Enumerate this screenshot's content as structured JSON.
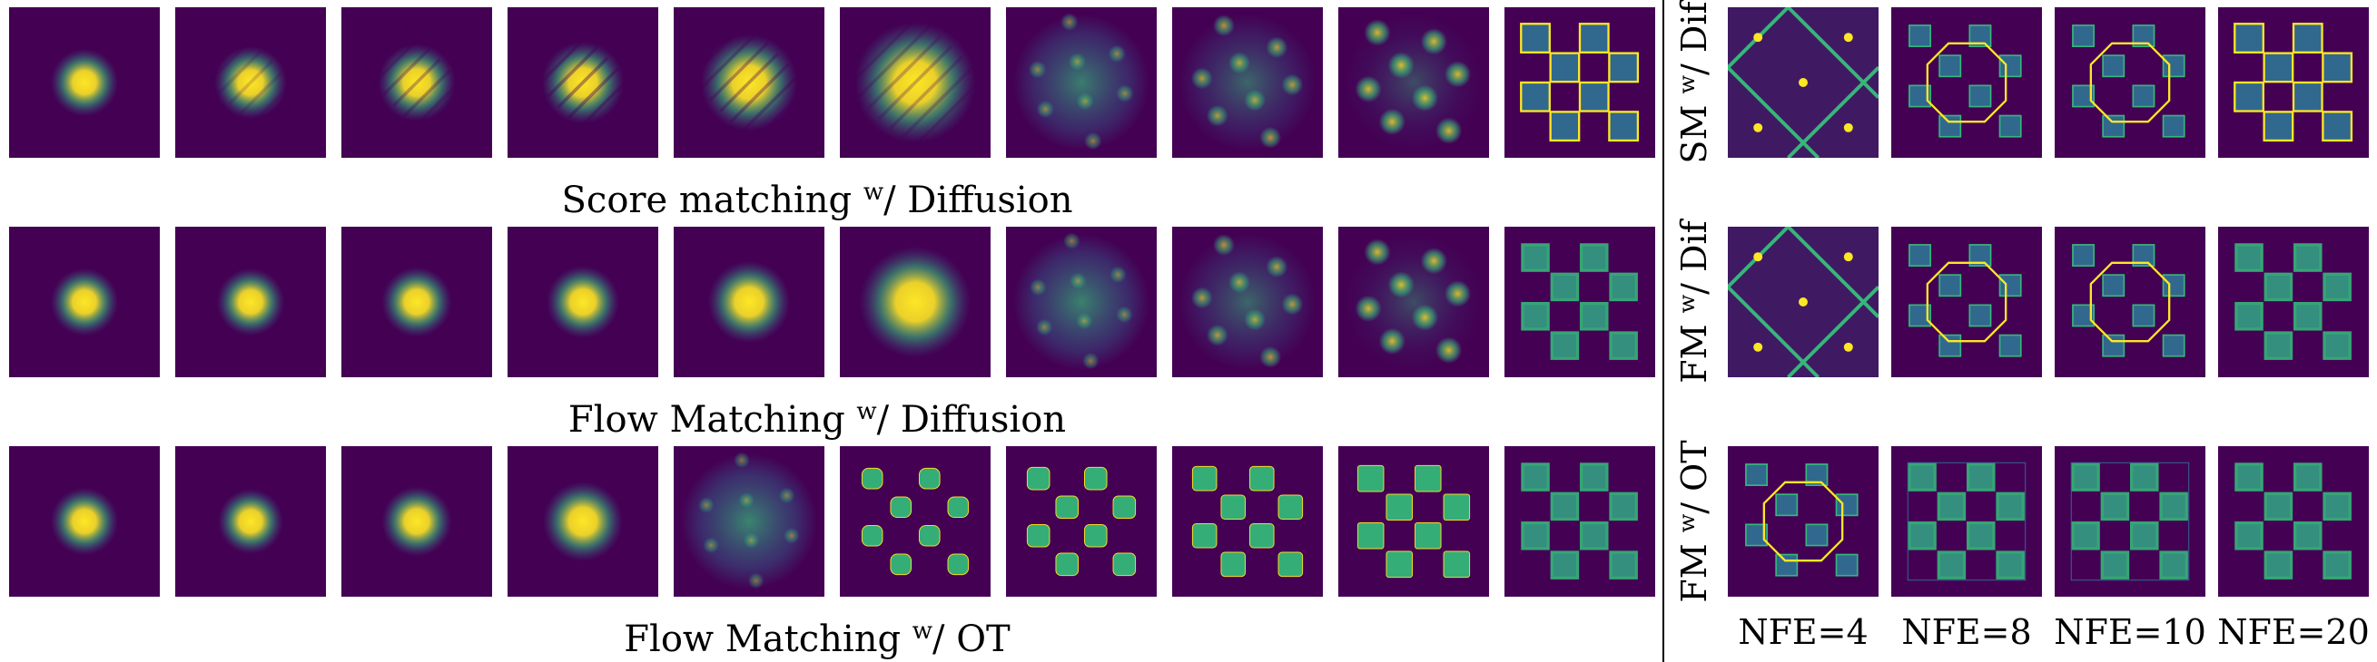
{
  "left_panel": {
    "rows": [
      {
        "caption_main": "Score matching ",
        "caption_sup": "w",
        "caption_rest": "/ Diffusion",
        "stages": [
          {
            "kind": "blob",
            "spread": 0.28,
            "stripes": 0
          },
          {
            "kind": "blob",
            "spread": 0.3,
            "stripes": 0.4
          },
          {
            "kind": "blob",
            "spread": 0.32,
            "stripes": 0.7
          },
          {
            "kind": "blob",
            "spread": 0.34,
            "stripes": 0.9
          },
          {
            "kind": "blob",
            "spread": 0.4,
            "stripes": 0.8
          },
          {
            "kind": "blob",
            "spread": 0.5,
            "stripes": 0.6
          },
          {
            "kind": "mix",
            "t": 0.25
          },
          {
            "kind": "mix",
            "t": 0.5
          },
          {
            "kind": "mix",
            "t": 0.8
          },
          {
            "kind": "edge",
            "t": 1.0
          }
        ]
      },
      {
        "caption_main": "Flow Matching ",
        "caption_sup": "w",
        "caption_rest": "/ Diffusion",
        "stages": [
          {
            "kind": "blob",
            "spread": 0.28,
            "stripes": 0
          },
          {
            "kind": "blob",
            "spread": 0.28,
            "stripes": 0
          },
          {
            "kind": "blob",
            "spread": 0.29,
            "stripes": 0
          },
          {
            "kind": "blob",
            "spread": 0.3,
            "stripes": 0
          },
          {
            "kind": "blob",
            "spread": 0.34,
            "stripes": 0
          },
          {
            "kind": "blob",
            "spread": 0.46,
            "stripes": 0
          },
          {
            "kind": "mix",
            "t": 0.2
          },
          {
            "kind": "mix",
            "t": 0.5
          },
          {
            "kind": "mix",
            "t": 0.8
          },
          {
            "kind": "check",
            "t": 1.0
          }
        ]
      },
      {
        "caption_main": "Flow Matching ",
        "caption_sup": "w",
        "caption_rest": "/ OT",
        "stages": [
          {
            "kind": "blob",
            "spread": 0.28,
            "stripes": 0
          },
          {
            "kind": "blob",
            "spread": 0.27,
            "stripes": 0
          },
          {
            "kind": "blob",
            "spread": 0.29,
            "stripes": 0
          },
          {
            "kind": "blob",
            "spread": 0.33,
            "stripes": 0
          },
          {
            "kind": "mix",
            "t": 0.15
          },
          {
            "kind": "ot",
            "t": 0.45
          },
          {
            "kind": "ot",
            "t": 0.6
          },
          {
            "kind": "ot",
            "t": 0.75
          },
          {
            "kind": "ot",
            "t": 0.9
          },
          {
            "kind": "check",
            "t": 1.0
          }
        ]
      }
    ]
  },
  "right_panel": {
    "rows": [
      {
        "label_main": "SM ",
        "label_sup": "w",
        "label_rest": "/ Dif",
        "cells": [
          {
            "kind": "grid"
          },
          {
            "kind": "ring"
          },
          {
            "kind": "ring"
          },
          {
            "kind": "edge"
          }
        ]
      },
      {
        "label_main": "FM ",
        "label_sup": "w",
        "label_rest": "/ Dif",
        "cells": [
          {
            "kind": "grid"
          },
          {
            "kind": "ring"
          },
          {
            "kind": "ring"
          },
          {
            "kind": "check"
          }
        ]
      },
      {
        "label_main": "FM ",
        "label_sup": "w",
        "label_rest": "/ OT",
        "cells": [
          {
            "kind": "ring"
          },
          {
            "kind": "checkring"
          },
          {
            "kind": "checkring"
          },
          {
            "kind": "check"
          }
        ]
      }
    ],
    "columns": [
      "NFE=4",
      "NFE=8",
      "NFE=10",
      "NFE=20"
    ]
  },
  "colors": {
    "background": "#440154",
    "low": "#31688e",
    "mid": "#35b779",
    "high": "#fde725"
  }
}
